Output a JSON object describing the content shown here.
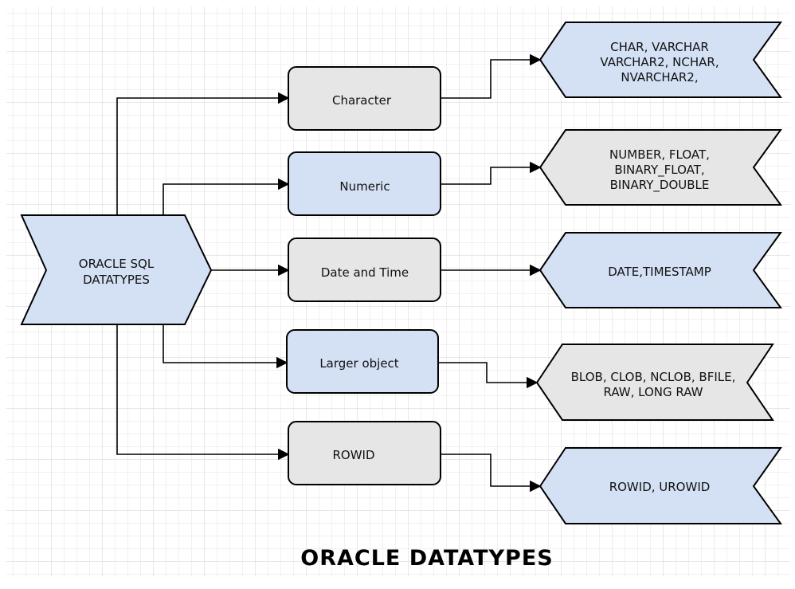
{
  "root": {
    "line1": "ORACLE SQL",
    "line2": "DATATYPES"
  },
  "categories": [
    {
      "label": "Character",
      "types": [
        "CHAR, VARCHAR",
        "VARCHAR2, NCHAR,",
        "NVARCHAR2,"
      ]
    },
    {
      "label": "Numeric",
      "types": [
        "NUMBER, FLOAT,",
        "BINARY_FLOAT,",
        "BINARY_DOUBLE"
      ]
    },
    {
      "label": "Date and Time",
      "types": [
        "DATE,TIMESTAMP"
      ]
    },
    {
      "label": "Larger object",
      "types": [
        "BLOB, CLOB, NCLOB, BFILE,",
        "RAW, LONG RAW"
      ]
    },
    {
      "label": "ROWID",
      "types": [
        "ROWID, UROWID"
      ]
    }
  ],
  "caption": "ORACLE DATATYPES",
  "colors": {
    "blue_fill": "#d4e1f5",
    "gray_fill": "#e6e6e6",
    "stroke": "#000000",
    "grid": "#e0e0e0"
  }
}
